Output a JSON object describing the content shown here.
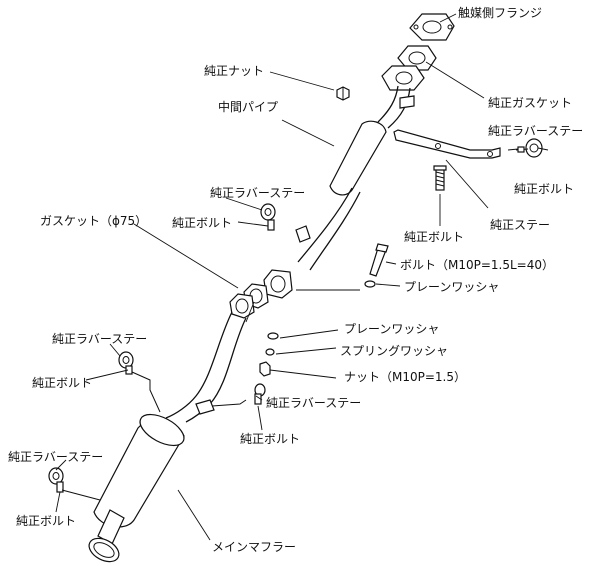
{
  "labels": {
    "catalyst_flange": "触媒側フランジ",
    "oem_nut": "純正ナット",
    "oem_gasket": "純正ガスケット",
    "mid_pipe": "中間パイプ",
    "rubber_stay_top_right": "純正ラバーステー",
    "bolt_top_right": "純正ボルト",
    "oem_stay": "純正ステー",
    "bolt_top_center": "純正ボルト",
    "rubber_stay_mid": "純正ラバーステー",
    "bolt_mid": "純正ボルト",
    "gasket_75": "ガスケット（ϕ75）",
    "bolt_m10": "ボルト（M10P=1.5L=40）",
    "plain_washer_1": "プレーンワッシャ",
    "plain_washer_2": "プレーンワッシャ",
    "spring_washer": "スプリングワッシャ",
    "nut_m10": "ナット（M10P=1.5）",
    "rubber_stay_left": "純正ラバーステー",
    "bolt_left": "純正ボルト",
    "rubber_stay_lower_mid": "純正ラバーステー",
    "bolt_lower_mid": "純正ボルト",
    "rubber_stay_bottom_left": "純正ラバーステー",
    "bolt_bottom_left": "純正ボルト",
    "main_muffler": "メインマフラー"
  }
}
